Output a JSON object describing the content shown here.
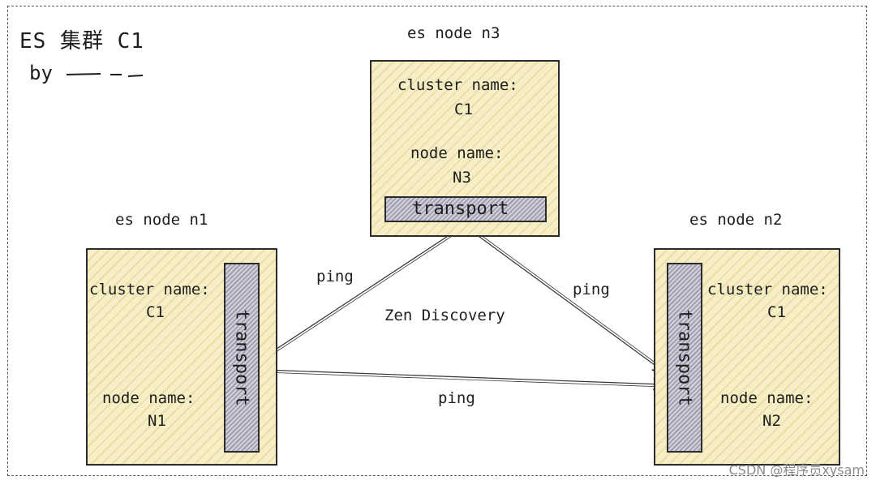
{
  "cluster": {
    "title": "ES 集群 C1",
    "by": "by"
  },
  "nodes": {
    "n3": {
      "title": "es node n3",
      "cluster_label": "cluster name:",
      "cluster_value": "C1",
      "node_label": "node name:",
      "node_value": "N3",
      "transport": "transport"
    },
    "n1": {
      "title": "es node n1",
      "cluster_label": "cluster name:",
      "cluster_value": "C1",
      "node_label": "node name:",
      "node_value": "N1",
      "transport": "transport"
    },
    "n2": {
      "title": "es node n2",
      "cluster_label": "cluster name:",
      "cluster_value": "C1",
      "node_label": "node name:",
      "node_value": "N2",
      "transport": "transport"
    }
  },
  "edges": {
    "n1_n3": "ping",
    "n3_n2": "ping",
    "n1_n2": "ping",
    "center": "Zen Discovery"
  },
  "watermark": "CSDN @程序员xysam"
}
